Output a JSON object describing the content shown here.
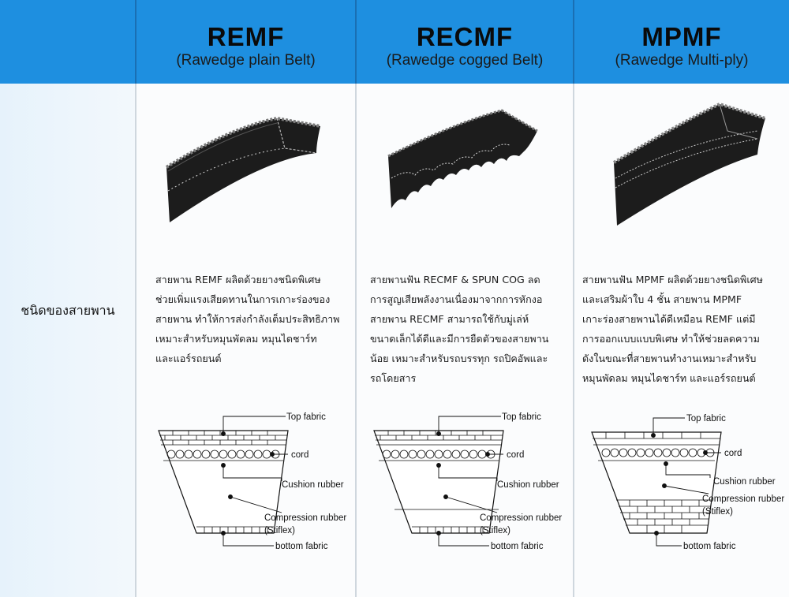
{
  "row_label": "ชนิดของสายพาน",
  "belts": [
    {
      "code": "REMF",
      "subtitle": "(Rawedge plain Belt)",
      "description": [
        "สายพาน REMF ผลิตด้วยยางชนิดพิเศษ",
        "ช่วยเพิ่มแรงเสียดทานในการเกาะร่องของ",
        "สายพาน ทำให้การส่งกำลังเต็มประสิทธิภาพ",
        "เหมาะสำหรับหมุนพัดลม หมุนไดชาร์ท",
        "และแอร์รถยนต์"
      ],
      "labels": {
        "top": "Top fabric",
        "cord": "cord",
        "cushion": "Cushion rubber",
        "compression": "Compression rubber",
        "stiflex": "(Stiflex)",
        "bottom": "bottom fabric"
      }
    },
    {
      "code": "RECMF",
      "subtitle": "(Rawedge cogged Belt)",
      "description": [
        "สายพานฟัน RECMF & SPUN COG ลด",
        "การสูญเสียพลังงานเนื่องมาจากการหักงอ",
        "สายพาน RECMF สามารถใช้กับมู่เล่ห์",
        "ขนาดเล็กได้ดีและมีการยืดตัวของสายพาน",
        "น้อย เหมาะสำหรับรถบรรทุก รถปิคอัพและ",
        "รถโดยสาร"
      ],
      "labels": {
        "top": "Top fabric",
        "cord": "cord",
        "cushion": "Cushion rubber",
        "compression": "Compression rubber",
        "stiflex": "(Stiflex)",
        "bottom": "bottom fabric"
      }
    },
    {
      "code": "MPMF",
      "subtitle": "(Rawedge Multi-ply)",
      "description": [
        "สายพานฟัน MPMF ผลิตด้วยยางชนิดพิเศษ",
        "และเสริมผ้าใบ 4 ชั้น สายพาน MPMF",
        "เกาะร่องสายพานได้ดีเหมือน REMF แต่มี",
        "การออกแบบแบบพิเศษ ทำให้ช่วยลดความ",
        "ดังในขณะที่สายพานทำงานเหมาะสำหรับ",
        "หมุนพัดลม หมุนไดชาร์ท และแอร์รถยนต์"
      ],
      "labels": {
        "top": "Top fabric",
        "cord": "cord",
        "cushion": "Cushion rubber",
        "compression": "Compression rubber",
        "stiflex": "(Stiflex)",
        "bottom": "bottom fabric"
      }
    }
  ],
  "colors": {
    "header_blue": "#1e8fe0",
    "belt_black": "#1c1c1c"
  }
}
